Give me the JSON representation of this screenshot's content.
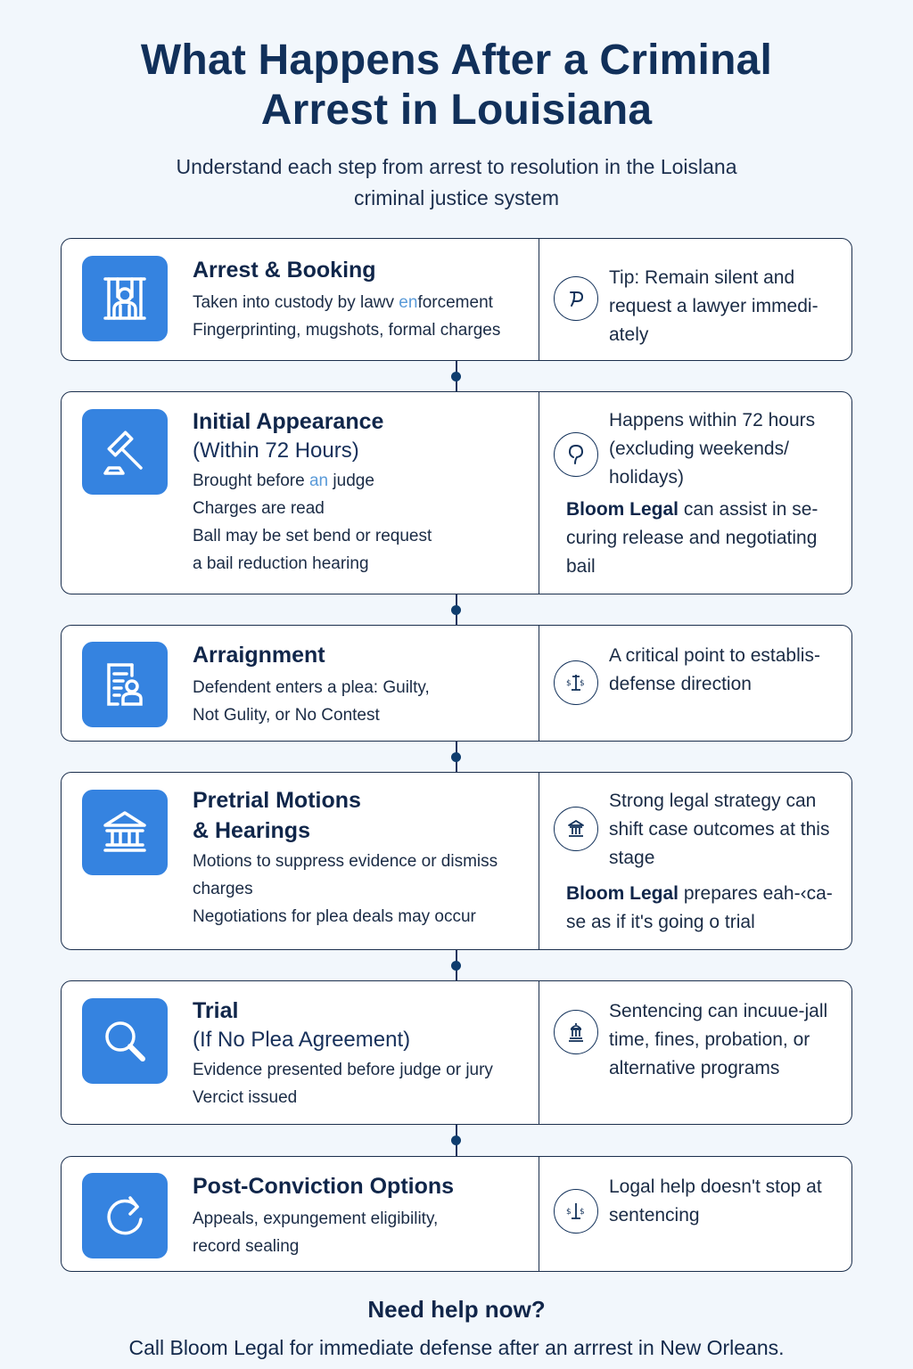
{
  "header": {
    "title_line1": "What Happens After a Criminal",
    "title_line2": "Arrest in Louisiana",
    "subtitle_line1": "Understand each step from arrest to resolution in the Loislana",
    "subtitle_line2": "criminal justice system"
  },
  "colors": {
    "background": "#f2f7fc",
    "accent_blue": "#3583e0",
    "navy": "#11305a",
    "highlight": "#5a9ad8"
  },
  "steps": [
    {
      "icon": "jail-bars-person-icon",
      "title": "Arrest & Booking",
      "bullets": [
        {
          "pre": "Taken into custody by lawv ",
          "hl": "en",
          "post": "forcement"
        },
        {
          "pre": "Fingerprinting, mugshots, formal charges",
          "hl": "",
          "post": ""
        }
      ],
      "side_icon": "shield-p-icon",
      "side_note": "Tip: Remain silent and request a lawyer immedi-ately"
    },
    {
      "icon": "gavel-icon",
      "title": "Initial Appearance",
      "subtitle": "(Within 72 Hours)",
      "bullets": [
        {
          "pre": "Brought before ",
          "hl": "an",
          "post": " judge"
        },
        {
          "pre": "Charges are read",
          "hl": "",
          "post": ""
        },
        {
          "pre": "Ball may be set bend or request",
          "hl": "",
          "post": ""
        },
        {
          "pre": "a bail reduction hearing",
          "hl": "",
          "post": ""
        }
      ],
      "side_icon": "lightbulb-icon",
      "side_note": "Happens within 72 hours (excluding weekends/ holidays)",
      "side_brand": "Bloom Legal",
      "side_brand_text": " can assist in se-curing release and negotiating bail"
    },
    {
      "icon": "document-person-icon",
      "title": "Arraignment",
      "bullets": [
        {
          "pre": "Defendent enters a plea: Guilty,",
          "hl": "",
          "post": ""
        },
        {
          "pre": "Not Gulity, or No Contest",
          "hl": "",
          "post": ""
        }
      ],
      "side_icon": "scales-icon",
      "side_note": "A critical point to establis-defense direction"
    },
    {
      "icon": "courthouse-icon",
      "title": "Pretrial Motions",
      "title_line2": "& Hearings",
      "bullets": [
        {
          "pre": "Motions to suppress evidence or dismiss",
          "hl": "",
          "post": ""
        },
        {
          "pre": "charges",
          "hl": "",
          "post": ""
        },
        {
          "pre": "Negotiations for plea deals may occur",
          "hl": "",
          "post": ""
        }
      ],
      "side_icon": "courthouse-small-icon",
      "side_note": "Strong legal strategy can shift case outcomes at this stage",
      "side_brand": "Bloom Legal",
      "side_brand_text": " prepares eah-‹ca-se as if it's going o trial"
    },
    {
      "icon": "magnifier-icon",
      "title": "Trial",
      "subtitle": "(If No Plea Agreement)",
      "bullets": [
        {
          "pre": "Evidence presented before judge or jury",
          "hl": "",
          "post": ""
        },
        {
          "pre": "Vercict issued",
          "hl": "",
          "post": ""
        }
      ],
      "side_icon": "domed-building-icon",
      "side_note": "Sentencing can incuue-jall time, fines, probation, or alternative programs"
    },
    {
      "icon": "redo-arrow-icon",
      "title": "Post-Conviction Options",
      "bullets": [
        {
          "pre": "Appeals, expungement eligibility,",
          "hl": "",
          "post": ""
        },
        {
          "pre": "record sealing",
          "hl": "",
          "post": ""
        }
      ],
      "side_icon": "dollar-scales-icon",
      "side_note": "Logal help doesn't stop at sentencing"
    }
  ],
  "footer": {
    "cta_title": "Need help now?",
    "cta_text": "Call Bloom Legal for immediate defense after an arrrest in New Orleans."
  }
}
